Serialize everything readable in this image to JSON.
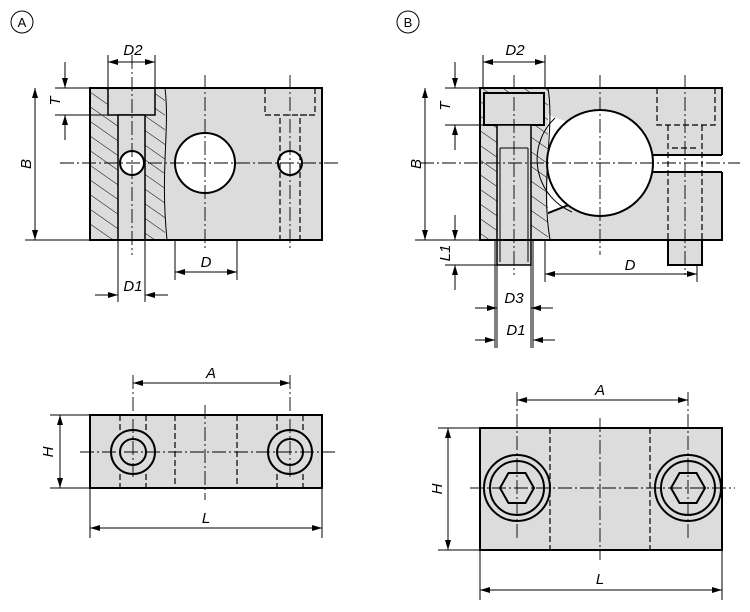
{
  "views": {
    "a": {
      "marker": "A",
      "labels": {
        "d2": "D2",
        "t": "T",
        "b": "B",
        "d1": "D1",
        "d": "D",
        "a": "A",
        "h": "H",
        "l": "L"
      }
    },
    "b": {
      "marker": "B",
      "labels": {
        "d2": "D2",
        "t": "T",
        "b": "B",
        "l1": "L1",
        "d": "D",
        "d3": "D3",
        "d1": "D1",
        "a": "A",
        "h": "H",
        "l": "L"
      }
    }
  },
  "colors": {
    "body_fill": "#dcdcdc",
    "line": "#000000"
  }
}
